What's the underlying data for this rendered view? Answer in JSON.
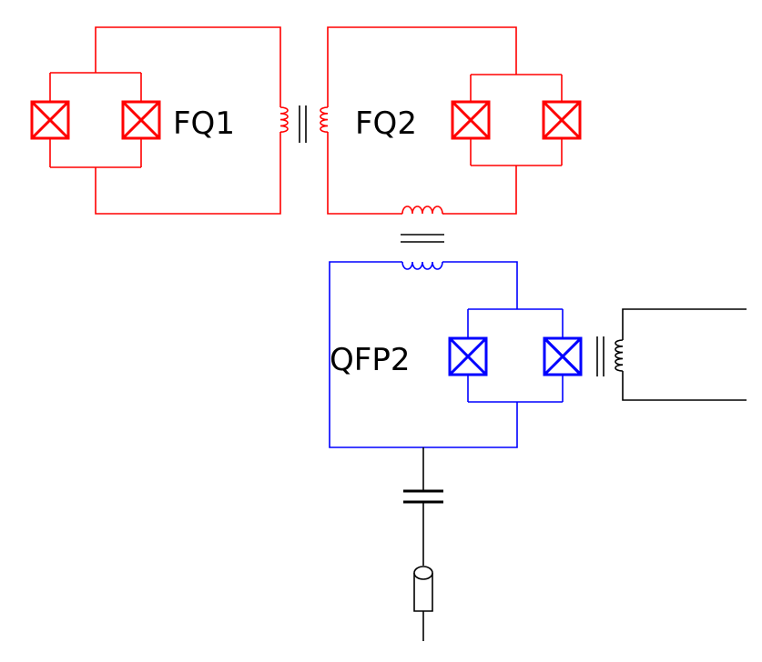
{
  "diagram": {
    "labels": {
      "fq1": "FQ1",
      "fq2": "FQ2",
      "qfp2": "QFP2"
    },
    "colors": {
      "flux_qubit": "#ff0000",
      "qfp": "#0000ff",
      "readout": "#000000",
      "background": "#ffffff"
    },
    "components": [
      "josephson-junction",
      "coupling-inductor",
      "capacitor",
      "resonator"
    ]
  }
}
